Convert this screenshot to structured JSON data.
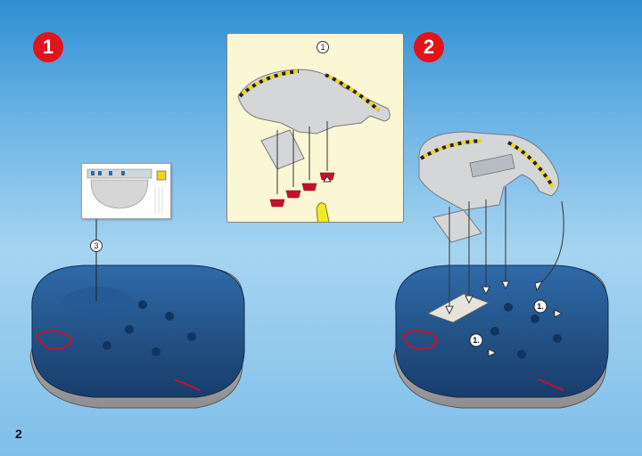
{
  "steps": {
    "step1": "1",
    "step2": "2"
  },
  "page_number": "2",
  "callouts": {
    "part_1": "1",
    "part_3": "3"
  },
  "sub_steps": {
    "first_a": "1.",
    "first_b": "1."
  },
  "colors": {
    "badge_red": "#e3131b",
    "hull_blue": "#1f4f86",
    "skirt_gray": "#b9b9b9",
    "inset_background": "#fbf6d4",
    "key_yellow": "#f3e82c",
    "peg_red": "#c8102e",
    "hazard_stripe": "#f2d21b"
  }
}
